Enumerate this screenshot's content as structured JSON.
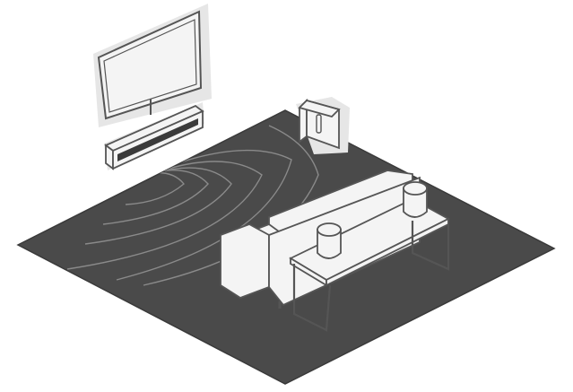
{
  "scene": {
    "kind": "isometric home theater speaker setup illustration",
    "objects": [
      "tv",
      "soundbar",
      "subwoofer",
      "sofa",
      "side-table",
      "rear-speaker-left",
      "rear-speaker-right"
    ],
    "sound_wave_count": 6
  },
  "colors": {
    "floor": "#4a4a4a",
    "floor_edge": "#3a3a3a",
    "object_fill": "#f4f4f4",
    "object_stroke": "#555555",
    "wave": "#8a8a8a",
    "background": "#ffffff",
    "wall_shadow": "#e6e6e6",
    "soundbar_grille": "#3a3a3a"
  }
}
